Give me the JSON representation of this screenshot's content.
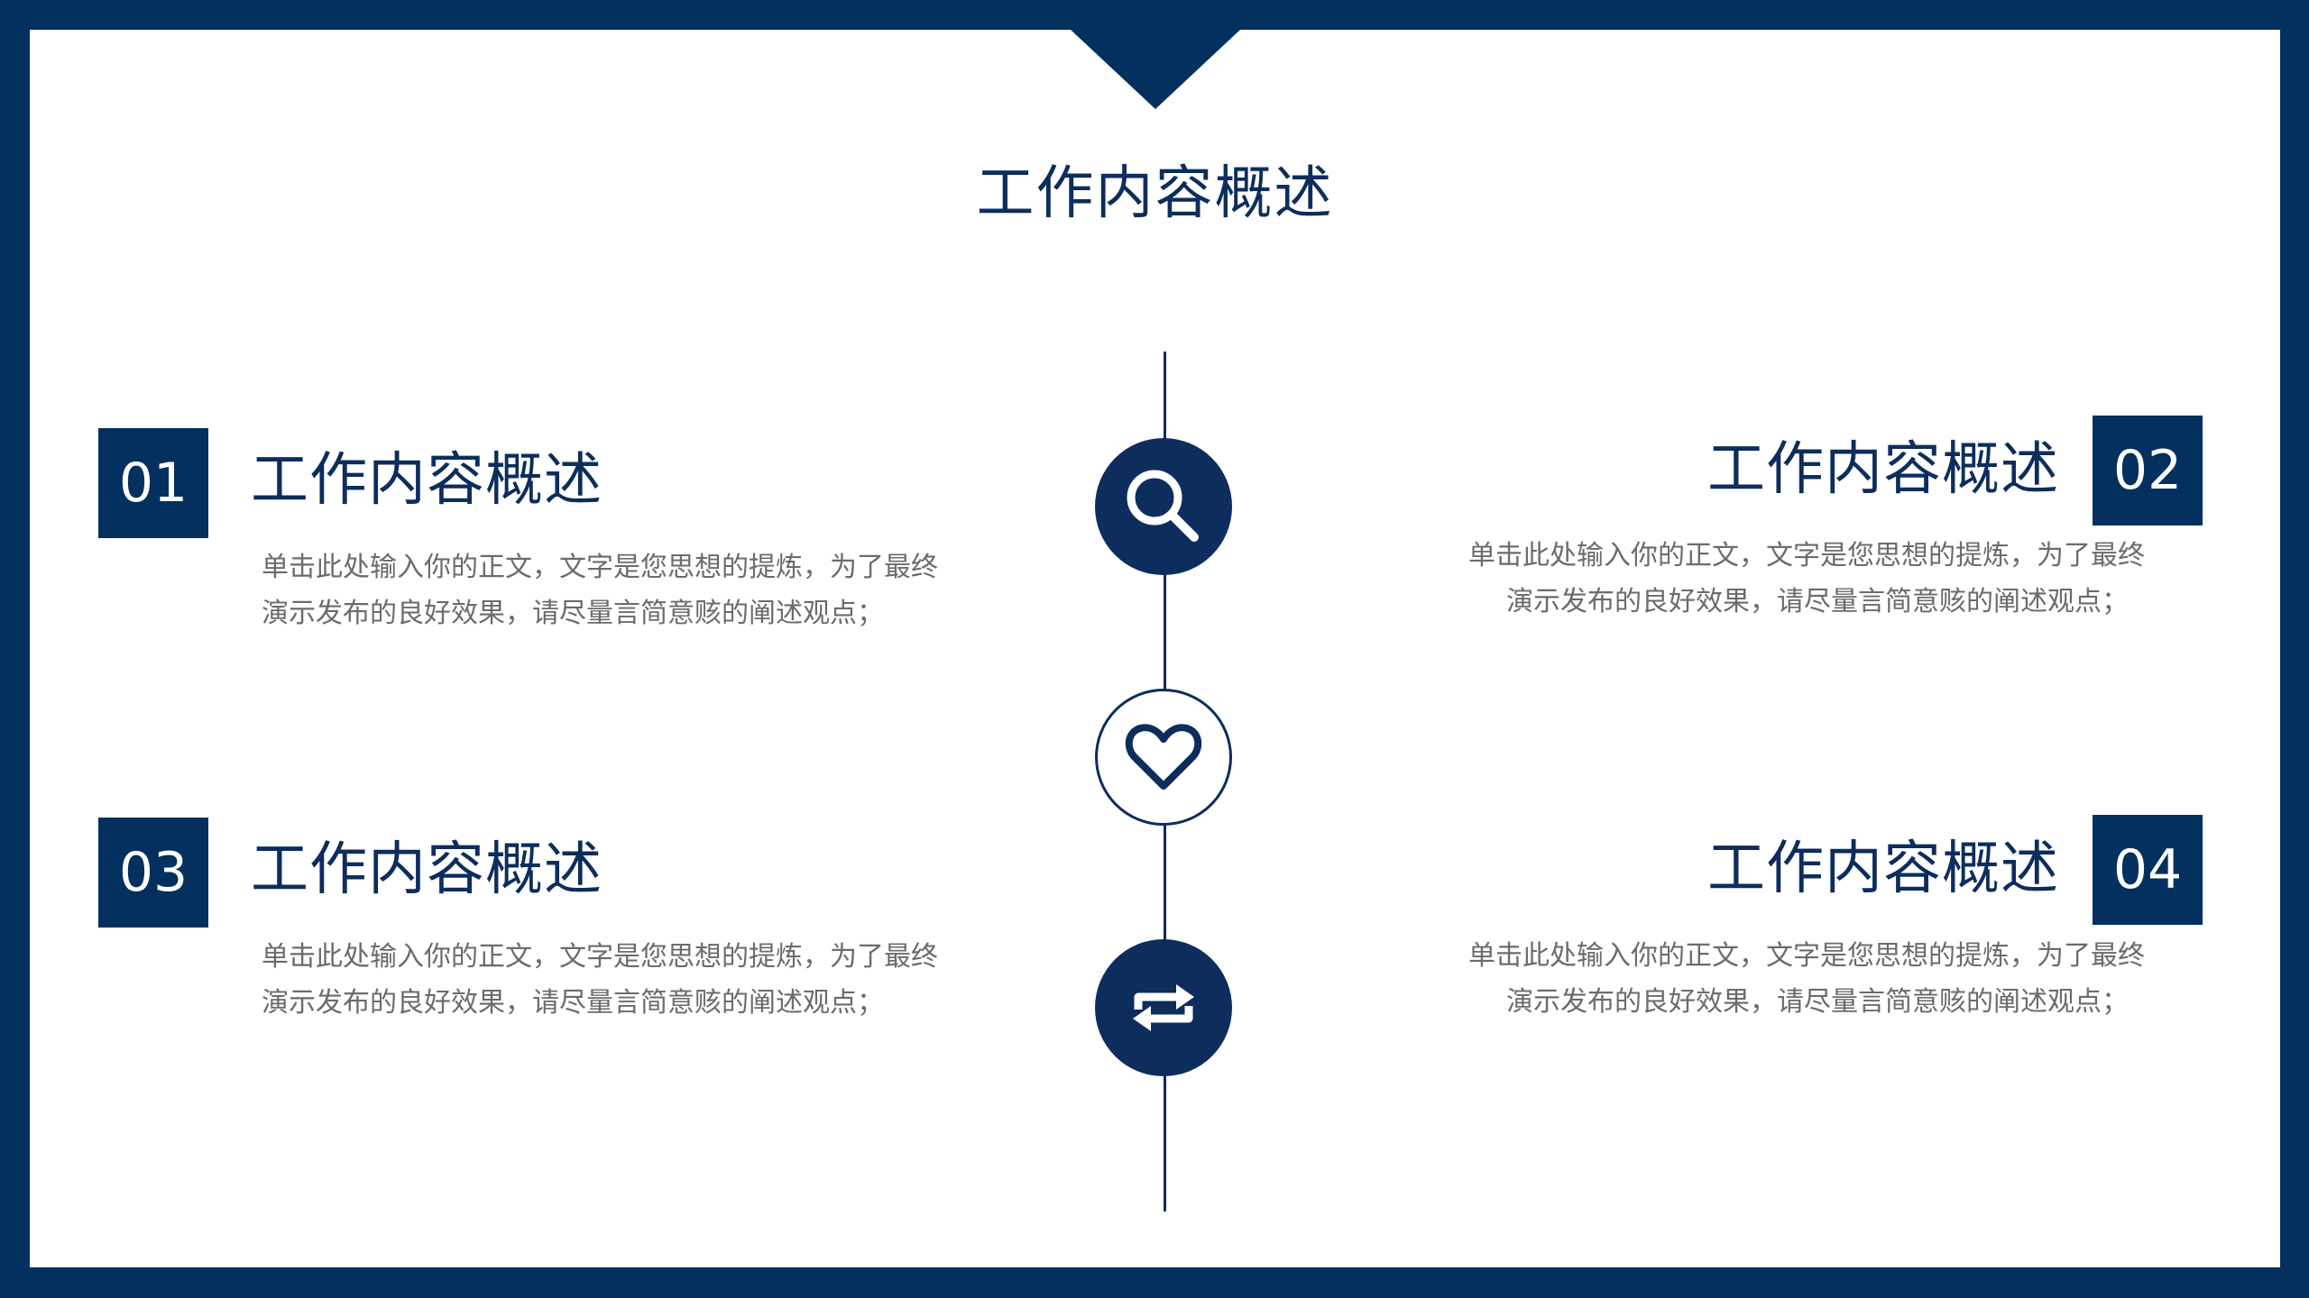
{
  "slide": {
    "title": "工作内容概述",
    "colors": {
      "primary": "#03305e",
      "text": "#0d2d5c",
      "body": "#6b6b6b",
      "background": "#ffffff"
    }
  },
  "items": [
    {
      "number": "01",
      "title": "工作内容概述",
      "desc_line1": "单击此处输入你的正文，文字是您思想的提炼，为了最终",
      "desc_line2": "演示发布的良好效果，请尽量言简意赅的阐述观点；"
    },
    {
      "number": "02",
      "title": "工作内容概述",
      "desc_line1": "单击此处输入你的正文，文字是您思想的提炼，为了最终",
      "desc_line2": "演示发布的良好效果，请尽量言简意赅的阐述观点；"
    },
    {
      "number": "03",
      "title": "工作内容概述",
      "desc_line1": "单击此处输入你的正文，文字是您思想的提炼，为了最终",
      "desc_line2": "演示发布的良好效果，请尽量言简意赅的阐述观点；"
    },
    {
      "number": "04",
      "title": "工作内容概述",
      "desc_line1": "单击此处输入你的正文，文字是您思想的提炼，为了最终",
      "desc_line2": "演示发布的良好效果，请尽量言简意赅的阐述观点；"
    }
  ],
  "timeline": {
    "icons": [
      "search-icon",
      "heart-icon",
      "refresh-icon"
    ]
  }
}
